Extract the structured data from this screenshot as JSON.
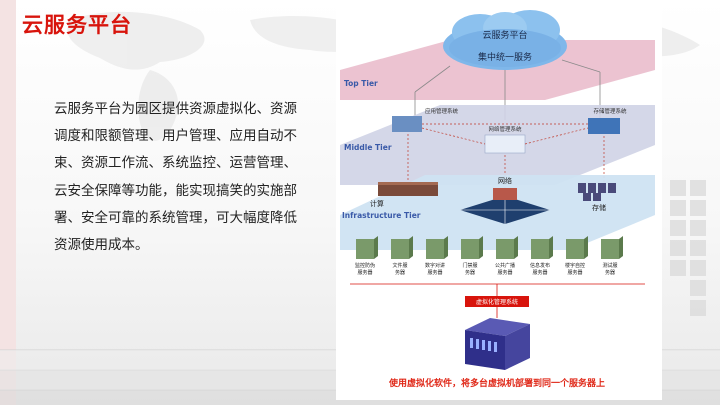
{
  "slide": {
    "title": "云服务平台",
    "body": "云服务平台为园区提供资源虚拟化、资源调度和限额管理、用户管理、应用自动不束、资源工作流、系统监控、运营管理、云安全保障等功能，能实现搞笑的实施部署、安全可靠的系统管理，可大幅度降低资源使用成本。"
  },
  "diagram": {
    "cloud": {
      "title": "云服务平台",
      "subtitle": "集中统一服务"
    },
    "tiers": {
      "top": "Top Tier",
      "middle": "Middle Tier",
      "infrastructure": "Infrastructure Tier"
    },
    "middle_labels": {
      "left": "应用管理系统",
      "center": "网络管理系统",
      "right": "存储管理系统"
    },
    "infra_labels": {
      "compute": "计算",
      "network": "网络",
      "storage": "存储"
    },
    "servers": [
      {
        "label": "监控防伪服务器"
      },
      {
        "label": "文件服务器"
      },
      {
        "label": "数字对讲服务器"
      },
      {
        "label": "门禁服务器"
      },
      {
        "label": "公共广播服务器"
      },
      {
        "label": "信息发布服务器"
      },
      {
        "label": "楼宇自控服务器"
      },
      {
        "label": "测试服务器"
      }
    ],
    "virt_layer": "虚拟化管理系统",
    "caption": "使用虚拟化软件，将多台虚拟机部署到同一个服务器上"
  },
  "colors": {
    "accent": "#d8140c",
    "top_tier": "#e9b9c9",
    "middle_tier": "#cfd3e6",
    "infra_tier": "#cfe3f2",
    "server_green": "#7a9a6a",
    "caption": "#e02a1a"
  }
}
